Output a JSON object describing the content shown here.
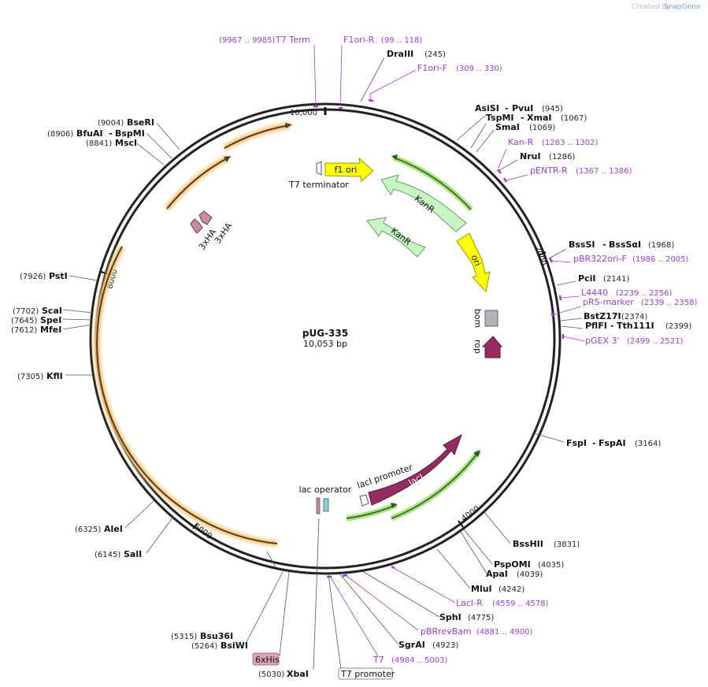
{
  "branding": {
    "created_by": "Created by",
    "app_name": "SnapGene"
  },
  "map": {
    "name": "pUG-335",
    "size_label": "10,053 bp",
    "ticks": [
      "10,000",
      "2000",
      "4000",
      "6000",
      "8000"
    ]
  },
  "sites": [
    {
      "name": "DraIII",
      "pos": "(245)"
    },
    {
      "name": "AsiSI",
      "name2": "PvuI",
      "pos": "(945)"
    },
    {
      "name": "TspMI",
      "name2": "XmaI",
      "pos": "(1067)"
    },
    {
      "name": "SmaI",
      "pos": "(1069)"
    },
    {
      "name": "NruI",
      "pos": "(1286)"
    },
    {
      "name": "BssSI",
      "name2": "BssSαI",
      "pos": "(1968)"
    },
    {
      "name": "PciI",
      "pos": "(2141)"
    },
    {
      "name": "BstZ17I",
      "pos": "(2374)"
    },
    {
      "name": "PflFI",
      "name2": "Tth111I",
      "pos": "(2399)"
    },
    {
      "name": "FspI",
      "name2": "FspAI",
      "pos": "(3164)"
    },
    {
      "name": "BssHII",
      "pos": "(3831)"
    },
    {
      "name": "PspOMI",
      "pos": "(4035)"
    },
    {
      "name": "ApaI",
      "pos": "(4039)"
    },
    {
      "name": "MluI",
      "pos": "(4242)"
    },
    {
      "name": "SphI",
      "pos": "(4775)"
    },
    {
      "name": "SgrAI",
      "pos": "(4923)"
    },
    {
      "name": "XbaI",
      "pos": "(5030)"
    },
    {
      "name": "BsiWI",
      "pos": "(5264)"
    },
    {
      "name": "Bsu36I",
      "pos": "(5315)"
    },
    {
      "name": "SalI",
      "pos": "(6145)"
    },
    {
      "name": "AleI",
      "pos": "(6325)"
    },
    {
      "name": "KflI",
      "pos": "(7305)"
    },
    {
      "name": "MfeI",
      "pos": "(7612)"
    },
    {
      "name": "SpeI",
      "pos": "(7645)"
    },
    {
      "name": "ScaI",
      "pos": "(7702)"
    },
    {
      "name": "PstI",
      "pos": "(7926)"
    },
    {
      "name": "MscI",
      "pos": "(8841)"
    },
    {
      "name": "BfuAI",
      "name2": "BspMI",
      "pos": "(8906)"
    },
    {
      "name": "BseRI",
      "pos": "(9004)"
    }
  ],
  "primers": [
    {
      "name": "T7 Term",
      "pos": "(9967 .. 9985)"
    },
    {
      "name": "F1ori-R",
      "pos": "(99 .. 118)"
    },
    {
      "name": "F1ori-F",
      "pos": "(309 .. 330)"
    },
    {
      "name": "Kan-R",
      "pos": "(1283 .. 1302)"
    },
    {
      "name": "pENTR-R",
      "pos": "(1367 .. 1386)"
    },
    {
      "name": "pBR322ori-F",
      "pos": "(1986 .. 2005)"
    },
    {
      "name": "L4440",
      "pos": "(2239 .. 2256)"
    },
    {
      "name": "pRS-marker",
      "pos": "(2339 .. 2358)"
    },
    {
      "name": "pGEX 3'",
      "pos": "(2499 .. 2521)"
    },
    {
      "name": "LacI-R",
      "pos": "(4559 .. 4578)"
    },
    {
      "name": "pBRrevBam",
      "pos": "(4881 .. 4900)"
    },
    {
      "name": "T7",
      "pos": "(4984 .. 5003)"
    }
  ],
  "features": {
    "t7_terminator": "T7 terminator",
    "f1_ori": "f1 ori",
    "kanr_1": "KanR",
    "kanr_2": "KanR",
    "ori": "ori",
    "bom": "bom",
    "rop": "rop",
    "ha_1": "3xHA",
    "ha_2": "3xHA",
    "laci": "lacI",
    "laci_promoter": "lacI promoter",
    "lac_operator": "lac operator",
    "his_tag": "6xHis",
    "t7_promoter": "T7 promoter"
  },
  "colors": {
    "backbone": "#222222",
    "primer": "#a13bd8",
    "green": "#c7f5c4",
    "green_glow": "#8fdc5a",
    "orange_glow": "#f3c77a",
    "yellow": "#ffff00",
    "maroon": "#962b62",
    "pink": "#c98aa6",
    "grey": "#b0b4bd"
  }
}
